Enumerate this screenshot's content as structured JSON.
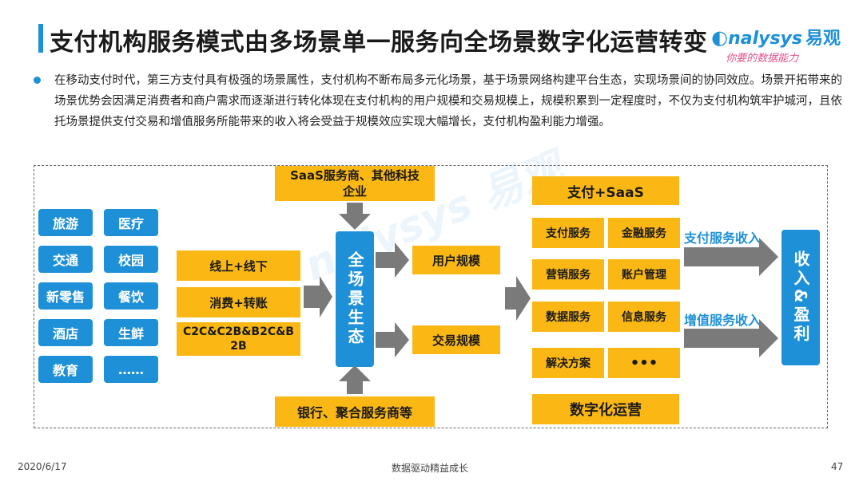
{
  "header": {
    "title": "支付机构服务模式由多场景单一服务向全场景数字化运营转变",
    "logo_text": "nalysys",
    "logo_cn": "易观",
    "logo_sub": "你要的数据能力"
  },
  "intro": "在移动支付时代，第三方支付具有极强的场景属性，支付机构不断布局多元化场景，基于场景网络构建平台生态，实现场景间的协同效应。场景开拓带来的场景优势会因满足消费者和商户需求而逐渐进行转化体现在支付机构的用户规模和交易规模上，规模积累到一定程度时，不仅为支付机构筑牢护城河，且依托场景提供支付交易和增值服务所能带来的收入将会受益于规模效应实现大幅增长，支付机构盈利能力增强。",
  "diagram": {
    "scenes": [
      "旅游",
      "医疗",
      "交通",
      "校园",
      "新零售",
      "餐饮",
      "酒店",
      "生鲜",
      "教育",
      "……"
    ],
    "channels": [
      "线上+线下",
      "消费+转账",
      "C2C&C2B&B2C&B2B"
    ],
    "top_input": "SaaS服务商、其他科技企业",
    "bottom_input": "银行、聚合服务商等",
    "center": "全场景生态",
    "scales": [
      "用户规模",
      "交易规模"
    ],
    "saas_header": "支付+SaaS",
    "services": [
      "支付服务",
      "金融服务",
      "营销服务",
      "账户管理",
      "数据服务",
      "信息服务",
      "解决方案",
      "•••"
    ],
    "digital": "数字化运营",
    "income_labels": [
      "支付服务收入",
      "增值服务收入"
    ],
    "result": "收入&盈利"
  },
  "footer": {
    "date": "2020/6/17",
    "slogan": "数据驱动精益成长",
    "page": "47"
  }
}
